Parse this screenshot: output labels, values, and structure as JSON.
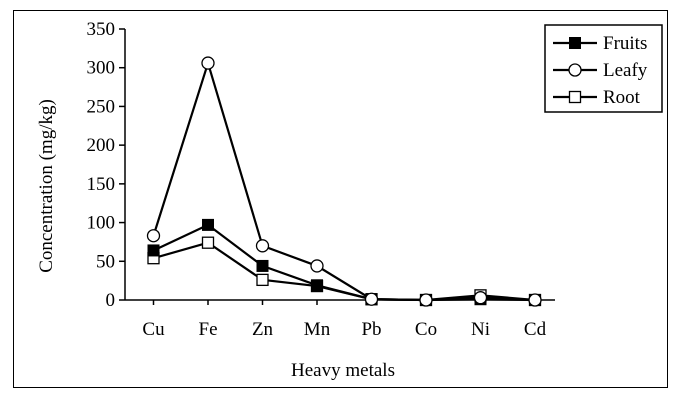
{
  "chart_data": {
    "type": "line",
    "title": "",
    "xlabel": "Heavy metals",
    "ylabel": "Concentration (mg/kg)",
    "categories": [
      "Cu",
      "Fe",
      "Zn",
      "Mn",
      "Pb",
      "Co",
      "Ni",
      "Cd"
    ],
    "ylim": [
      0,
      350
    ],
    "yticks": [
      0,
      50,
      100,
      150,
      200,
      250,
      300,
      350
    ],
    "grid": false,
    "legend_position": "top-right",
    "series": [
      {
        "name": "Fruits",
        "marker": "filled-square",
        "values": [
          64,
          97,
          44,
          19,
          1,
          0,
          1,
          0
        ]
      },
      {
        "name": "Leafy",
        "marker": "open-circle",
        "values": [
          83,
          306,
          70,
          44,
          1,
          0,
          3,
          0
        ]
      },
      {
        "name": "Root",
        "marker": "open-square",
        "values": [
          54,
          74,
          26,
          18,
          1,
          0,
          6,
          0
        ]
      }
    ],
    "colors": {
      "line": "#000000",
      "background": "#ffffff"
    }
  }
}
